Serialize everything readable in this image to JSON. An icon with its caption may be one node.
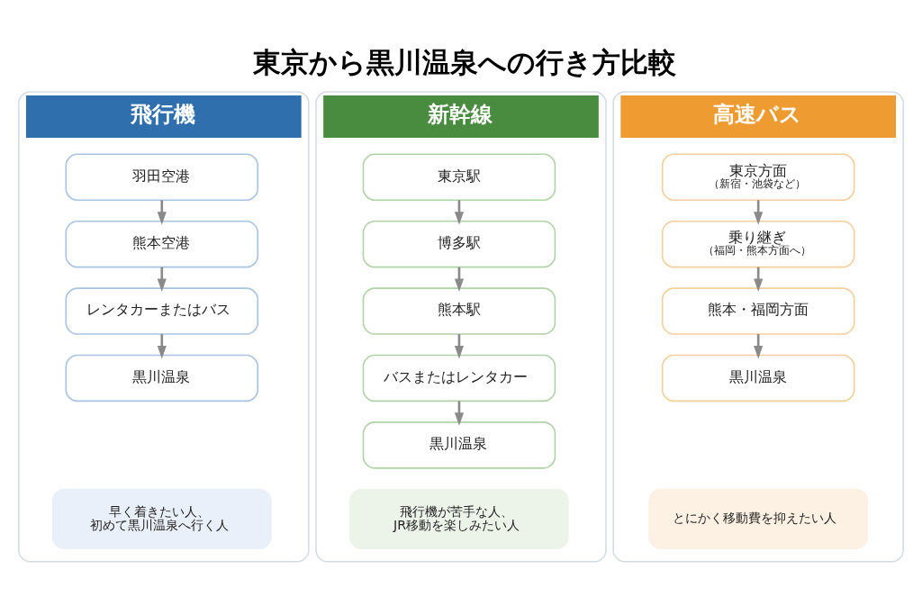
{
  "diagram": {
    "title": "東京から黒川温泉への行き方比較",
    "nodes": [
      {
        "text": [
          "飛行機"
        ]
      },
      {
        "text": [
          "羽田空港"
        ],
        "in": 0
      },
      {
        "text": [
          "熊本空港"
        ],
        "in": 0
      },
      {
        "text": [
          "レンタカーまたはバス"
        ],
        "in": 0
      },
      {
        "text": [
          "黒川温泉"
        ],
        "in": 0
      },
      {
        "text": [
          "早く着きたい人、初めて黒川温泉へ行く人"
        ],
        "in": 0
      },
      {
        "text": [
          "新幹線"
        ]
      },
      {
        "text": [
          "東京駅"
        ],
        "in": 6
      },
      {
        "text": [
          "博多駅"
        ],
        "in": 6
      },
      {
        "text": [
          "熊本駅"
        ],
        "in": 6
      },
      {
        "text": [
          "バスまたはレンタカー"
        ],
        "in": 6
      },
      {
        "text": [
          "黒川温泉"
        ],
        "in": 6
      },
      {
        "text": [
          "飛行機が苦手な人、JR移動を楽しみたい人"
        ],
        "in": 6
      },
      {
        "text": [
          "高速バス"
        ]
      },
      {
        "text": [
          "東京方面",
          "（新宿・池袋など）"
        ],
        "in": 13
      },
      {
        "text": [
          "乗り継ぎ",
          "（福岡・熊本方面へ）"
        ],
        "in": 13
      },
      {
        "text": [
          "熊本・福岡方面"
        ],
        "in": 13
      },
      {
        "text": [
          "黒川温泉"
        ],
        "in": 13
      },
      {
        "text": [
          "とにかく移動費を抑えたい人"
        ],
        "in": 13
      }
    ],
    "edges": [
      {
        "from": 1,
        "to": 2,
        "arrow": "to"
      },
      {
        "from": 2,
        "to": 3,
        "arrow": "to"
      },
      {
        "from": 3,
        "to": 4,
        "arrow": "to"
      },
      {
        "from": 7,
        "to": 8,
        "arrow": "to"
      },
      {
        "from": 8,
        "to": 9,
        "arrow": "to"
      },
      {
        "from": 9,
        "to": 10,
        "arrow": "to"
      },
      {
        "from": 10,
        "to": 11,
        "arrow": "to"
      },
      {
        "from": 14,
        "to": 15,
        "arrow": "to"
      },
      {
        "from": 15,
        "to": 16,
        "arrow": "to"
      },
      {
        "from": 16,
        "to": 17,
        "arrow": "to"
      }
    ]
  }
}
